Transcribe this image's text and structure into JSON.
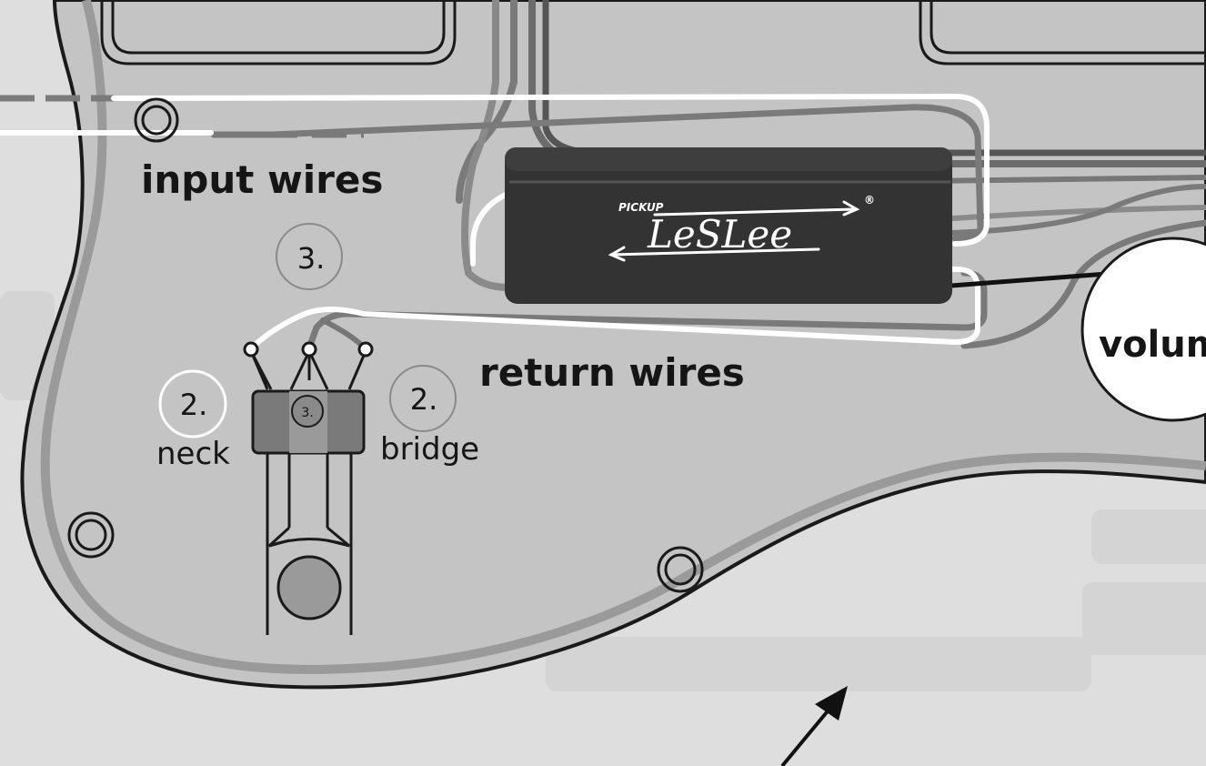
{
  "labels": {
    "input_wires": "input wires",
    "return_wires": "return wires",
    "neck": "neck",
    "bridge": "bridge",
    "volume": "volum"
  },
  "markers": {
    "step_3_top": "3.",
    "step_2_neck": "2.",
    "step_2_bridge": "2.",
    "step_3_switch": "3."
  },
  "module": {
    "brand_small": "PICKUP",
    "brand_name": "LeSLee",
    "registered": "®"
  },
  "colors": {
    "background": "#dedede",
    "pickguard": "#c4c4c4",
    "outline": "#1a1a1a",
    "module": "#333333",
    "wire_white": "#ffffff",
    "wire_gray": "#7a7a7a",
    "wire_dark": "#555555",
    "wire_black": "#111111"
  }
}
